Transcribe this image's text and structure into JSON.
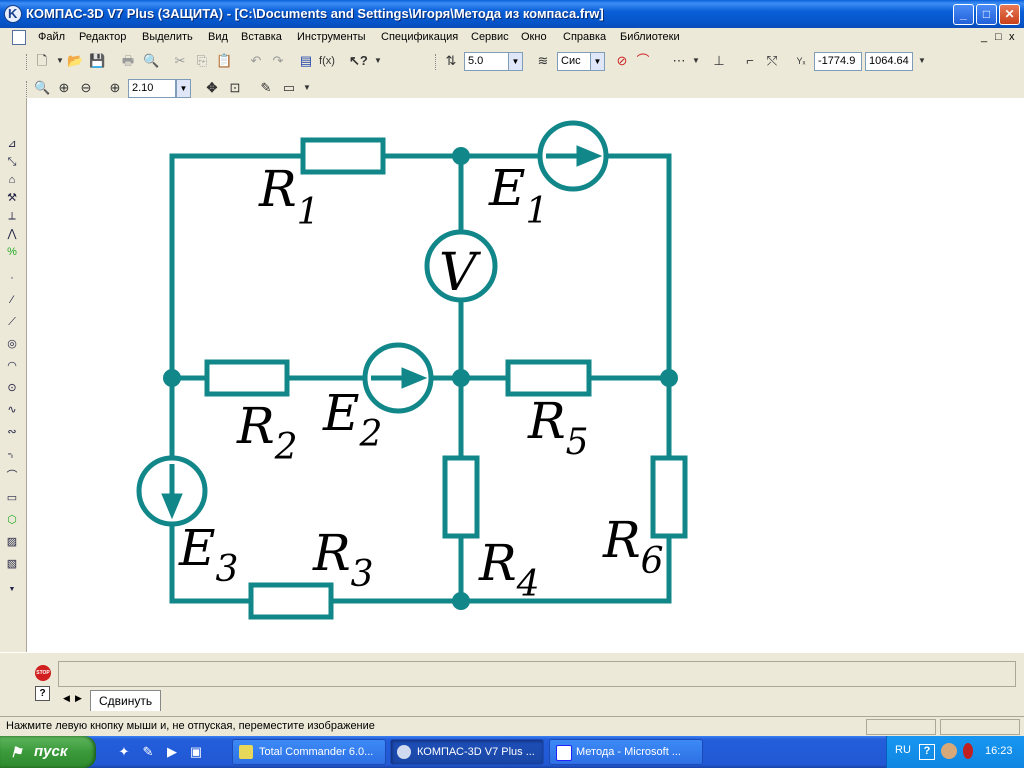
{
  "window": {
    "title": "КОМПАС-3D V7 Plus (ЗАЩИТА) - [C:\\Documents and Settings\\Игоря\\Метода из компаса.frw]",
    "min": "_",
    "max": "□",
    "close": "✕"
  },
  "menu": {
    "items": [
      "Файл",
      "Редактор",
      "Выделить",
      "Вид",
      "Вставка",
      "Инструменты",
      "Спецификация",
      "Сервис",
      "Окно",
      "Справка",
      "Библиотеки"
    ],
    "mdi_min": "_",
    "mdi_restore": "□",
    "mdi_close": "x"
  },
  "toolbar1": {
    "step_value": "5.0",
    "style_value": "Сис",
    "coord_x": "-1774.9",
    "coord_y": "1064.64",
    "coord_label": "Yₓ"
  },
  "toolbar2": {
    "zoom_value": "2.10"
  },
  "circuit": {
    "labels": [
      {
        "name": "r1",
        "main": "R",
        "sub": "1"
      },
      {
        "name": "e1",
        "main": "E",
        "sub": "1"
      },
      {
        "name": "v",
        "main": "V",
        "sub": ""
      },
      {
        "name": "r2",
        "main": "R",
        "sub": "2"
      },
      {
        "name": "e2",
        "main": "E",
        "sub": "2"
      },
      {
        "name": "r5",
        "main": "R",
        "sub": "5"
      },
      {
        "name": "e3",
        "main": "E",
        "sub": "3"
      },
      {
        "name": "r3",
        "main": "R",
        "sub": "3"
      },
      {
        "name": "r4",
        "main": "R",
        "sub": "4"
      },
      {
        "name": "r6",
        "main": "R",
        "sub": "6"
      }
    ],
    "wire_color": "#12878a"
  },
  "bottom": {
    "stop_label": "STOP",
    "help_label": "?",
    "tab_label": "Сдвинуть"
  },
  "status": {
    "text": "Нажмите левую кнопку мыши и, не отпуская, переместите изображение"
  },
  "taskbar": {
    "start_label": "пуск",
    "tasks": [
      {
        "label": "Total Commander 6.0...",
        "active": false
      },
      {
        "label": "КОМПАС-3D V7 Plus ...",
        "active": true
      },
      {
        "label": "Метода - Microsoft ...",
        "active": false
      }
    ],
    "lang": "RU",
    "help": "?",
    "time": "16:23"
  }
}
